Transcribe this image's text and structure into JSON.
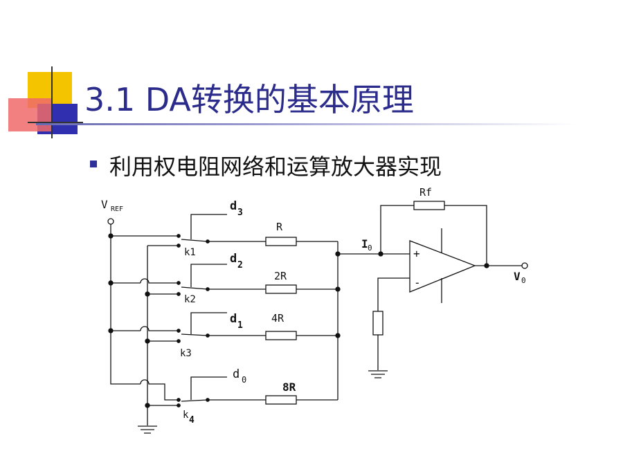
{
  "slide": {
    "title": "3.1 DA转换的基本原理",
    "bullet": "利用权电阻网络和运算放大器实现",
    "colors": {
      "title": "#2b2b8c",
      "deco_yellow": "#f5c400",
      "deco_red": "#f06a6a",
      "deco_blue": "#2f2fb0"
    }
  },
  "circuit": {
    "vref_main": "V",
    "vref_sub": "REF",
    "switch_labels": {
      "k1": "k1",
      "k2": "k2",
      "k3": "k3",
      "k4_main": "k",
      "k4_sub": "4"
    },
    "bit_labels": {
      "d3_main": "d",
      "d3_sub": "3",
      "d2_main": "d",
      "d2_sub": "2",
      "d1_main": "d",
      "d1_sub": "1",
      "d0_main": "d",
      "d0_sub": "0"
    },
    "resistors": {
      "r1": "R",
      "r2": "2R",
      "r3": "4R",
      "r4": "8R",
      "rf": "Rf"
    },
    "current": {
      "main": "I",
      "sub": "0"
    },
    "output": {
      "main": "V",
      "sub": "0"
    },
    "opamp": {
      "plus": "+",
      "minus": "-"
    }
  }
}
